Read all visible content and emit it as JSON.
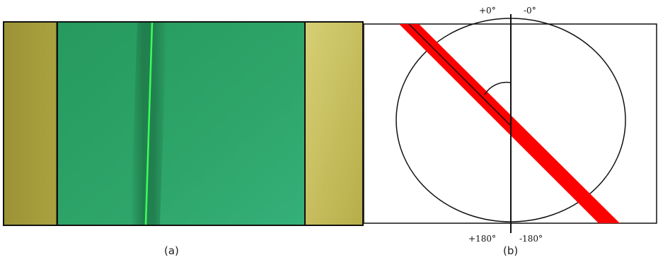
{
  "figure": {
    "panel_a": {
      "caption": "(a)"
    },
    "panel_b": {
      "caption": "(b)",
      "angle_labels": {
        "top_left": "+0°",
        "top_right": "-0°",
        "bottom_left": "+180°",
        "bottom_right": "-180°"
      }
    }
  },
  "colors": {
    "green_field": "#2fa26a",
    "olive_side": "#a9a03e",
    "laser_line": "#3cff5a",
    "red_band": "#ff0000"
  }
}
